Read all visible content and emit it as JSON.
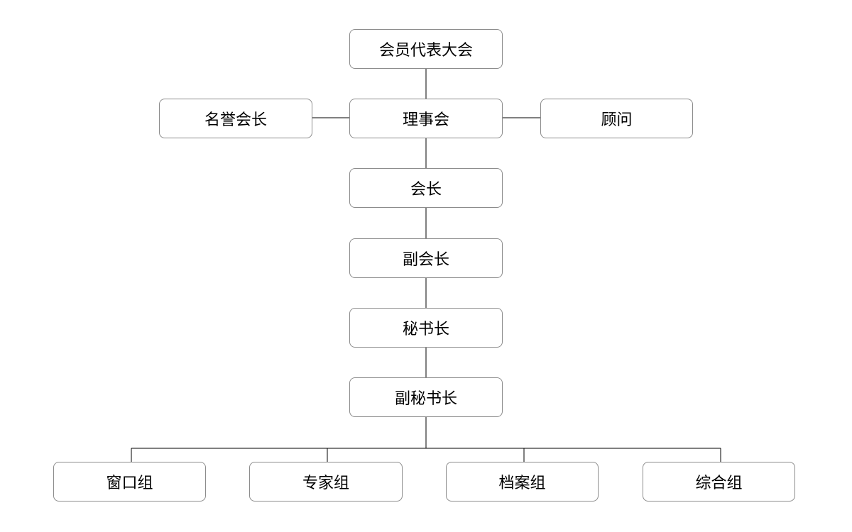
{
  "diagram": {
    "nodes": {
      "assembly": "会员代表大会",
      "council": "理事会",
      "honorary_president": "名誉会长",
      "advisor": "顾问",
      "president": "会长",
      "vice_president": "副会长",
      "secretary_general": "秘书长",
      "deputy_secretary_general": "副秘书长",
      "window_group": "窗口组",
      "expert_group": "专家组",
      "archive_group": "档案组",
      "general_group": "综合组"
    },
    "colors": {
      "border": "#8c8c8c",
      "connector": "#000000",
      "text": "#000000",
      "background": "#ffffff"
    }
  }
}
